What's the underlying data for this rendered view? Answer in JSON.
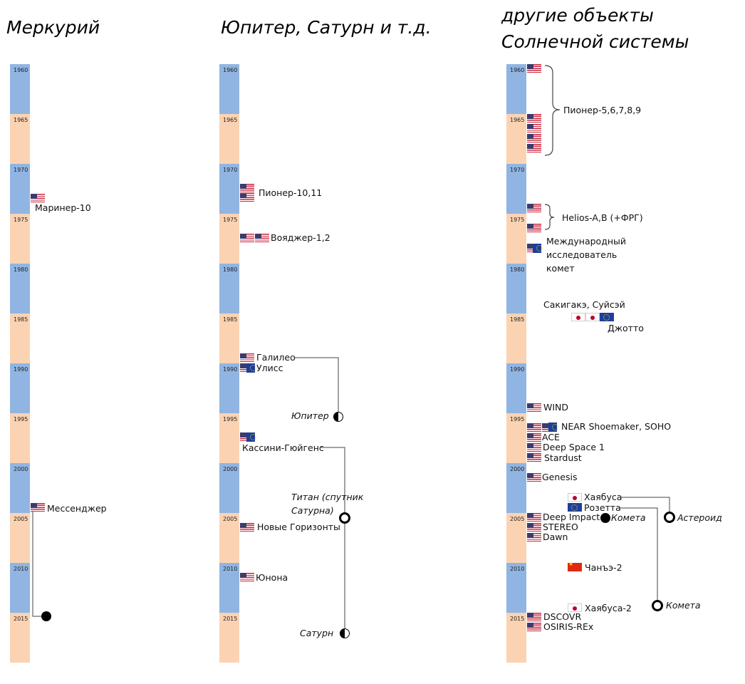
{
  "columns": {
    "mercury": {
      "title": "Меркурий"
    },
    "jupiter": {
      "title": "Юпитер, Сатурн и т.д."
    },
    "other": {
      "title": "другие объекты\nСолнечной системы"
    }
  },
  "timeline": {
    "years": [
      "1960",
      "1965",
      "1970",
      "1975",
      "1980",
      "1985",
      "1990",
      "1995",
      "2000",
      "2005",
      "2010",
      "2015"
    ],
    "colors": {
      "blue": "#91b5e2",
      "peach": "#fcd3b2"
    }
  },
  "mercury": {
    "mariner": "Маринер-10",
    "messenger": "Мессенджер"
  },
  "jupiter": {
    "pioneer": "Пионер-10,11",
    "voyager": "Вояджер-1,2",
    "galileo": "Галилео",
    "ulysses": "Улисс",
    "target_jupiter": "Юпитер",
    "cassini": "Кассини-Гюйгенс",
    "target_titan": "Титан (спутник\nСатурна)",
    "new_horizons": "Новые Горизонты",
    "juno": "Юнона",
    "target_saturn": "Сатурн"
  },
  "other": {
    "pioneer": "Пионер-5,6,7,8,9",
    "helios": "Helios-A,B (+ФРГ)",
    "ice": "Международный\nисследователь\nкомет",
    "sakigake": "Сакигакэ, Суйсэй",
    "giotto": "Джотто",
    "wind": "WIND",
    "near_soho": "NEAR Shoemaker, SOHO",
    "ace": "ACE",
    "deep_space": "Deep Space 1",
    "stardust": "Stardust",
    "genesis": "Genesis",
    "hayabusa": "Хаябуса",
    "rosetta": "Розетта",
    "deep_impact": "Deep Impact",
    "target_comet1": "Комета",
    "target_asteroid": "Астероид",
    "stereo": "STEREO",
    "dawn": "Dawn",
    "change2": "Чанъэ-2",
    "target_comet2": "Комета",
    "hayabusa2": "Хаябуса-2",
    "dscovr": "DSCOVR",
    "osiris": "OSIRIS-REx"
  },
  "flag_icons": [
    "us-flag-icon",
    "eu-flag-icon",
    "japan-flag-icon",
    "china-flag-icon"
  ]
}
